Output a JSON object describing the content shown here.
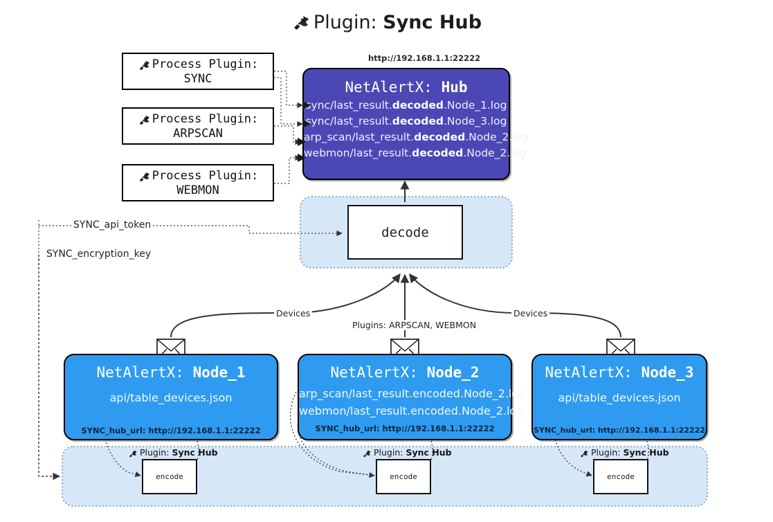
{
  "page": {
    "title_prefix": "Plugin:",
    "title_name": "Sync Hub",
    "plug_icon": "plug-icon"
  },
  "colors": {
    "hub_fill": "#4b48b5",
    "node_fill": "#2e9bf0",
    "container_fill": "#d6e7f8",
    "container_border": "#6f93b5",
    "stroke": "#333333",
    "white": "#ffffff"
  },
  "process_plugins": [
    {
      "label": "Process Plugin:",
      "name": "SYNC"
    },
    {
      "label": "Process Plugin:",
      "name": "ARPSCAN"
    },
    {
      "label": "Process Plugin:",
      "name": "WEBMON"
    }
  ],
  "hub": {
    "url": "http://192.168.1.1:22222",
    "app": "NetAlertX:",
    "name": "Hub",
    "logs": [
      {
        "pre": "sync/last_result.",
        "mid": "decoded",
        "post": ".Node_1.log"
      },
      {
        "pre": "sync/last_result.",
        "mid": "decoded",
        "post": ".Node_3.log"
      },
      {
        "pre": "arp_scan/last_result.",
        "mid": "decoded",
        "post": ".Node_2.log"
      },
      {
        "pre": "webmon/last_result.",
        "mid": "decoded",
        "post": ".Node_2.log"
      }
    ]
  },
  "decode": {
    "label": "decode"
  },
  "secrets": [
    {
      "label": "SYNC_api_token"
    },
    {
      "label": "SYNC_encryption_key"
    }
  ],
  "edge_labels": {
    "devices_left": "Devices",
    "devices_right": "Devices",
    "plugins_center": "Plugins: ARPSCAN, WEBMON"
  },
  "nodes": [
    {
      "app": "NetAlertX:",
      "name": "Node_1",
      "lines": [
        "api/table_devices.json"
      ],
      "footer": "SYNC_hub_url: http://192.168.1.1:22222",
      "envelope_icon": "envelope-icon"
    },
    {
      "app": "NetAlertX:",
      "name": "Node_2",
      "lines": [
        "arp_scan/last_result.encoded.Node_2.log",
        "webmon/last_result.encoded.Node_2.log"
      ],
      "footer": "SYNC_hub_url: http://192.168.1.1:22222",
      "envelope_icon": "envelope-icon"
    },
    {
      "app": "NetAlertX:",
      "name": "Node_3",
      "lines": [
        "api/table_devices.json"
      ],
      "footer": "SYNC_hub_url: http://192.168.1.1:22222",
      "envelope_icon": "envelope-icon"
    }
  ],
  "encoders": [
    {
      "plugin_prefix": "Plugin:",
      "plugin_name": "Sync Hub",
      "label": "encode"
    },
    {
      "plugin_prefix": "Plugin:",
      "plugin_name": "Sync Hub",
      "label": "encode"
    },
    {
      "plugin_prefix": "Plugin:",
      "plugin_name": "Sync Hub",
      "label": "encode"
    }
  ]
}
